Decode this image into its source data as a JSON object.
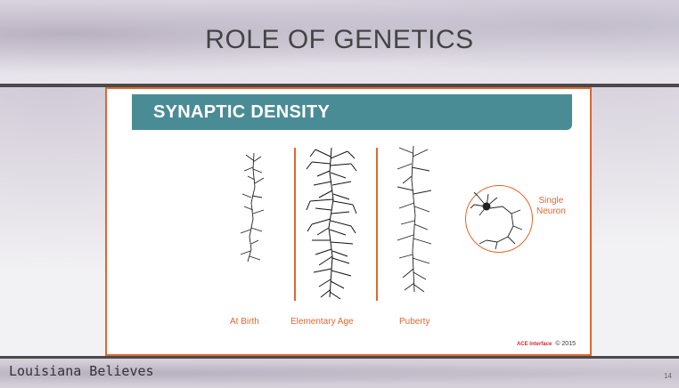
{
  "slide": {
    "title": "ROLE OF GENETICS",
    "footer_text": "Louisiana Believes",
    "page_number": "14"
  },
  "figure": {
    "banner_title": "SYNAPTIC DENSITY",
    "panels": [
      {
        "caption": "At Birth"
      },
      {
        "caption": "Elementary Age"
      },
      {
        "caption": "Puberty"
      }
    ],
    "neuron_label_line1": "Single",
    "neuron_label_line2": "Neuron",
    "credit_logo": "ACE Interface",
    "credit_text": "© 2015",
    "accent_color": "#e0672e",
    "banner_color": "#4a8c96"
  }
}
